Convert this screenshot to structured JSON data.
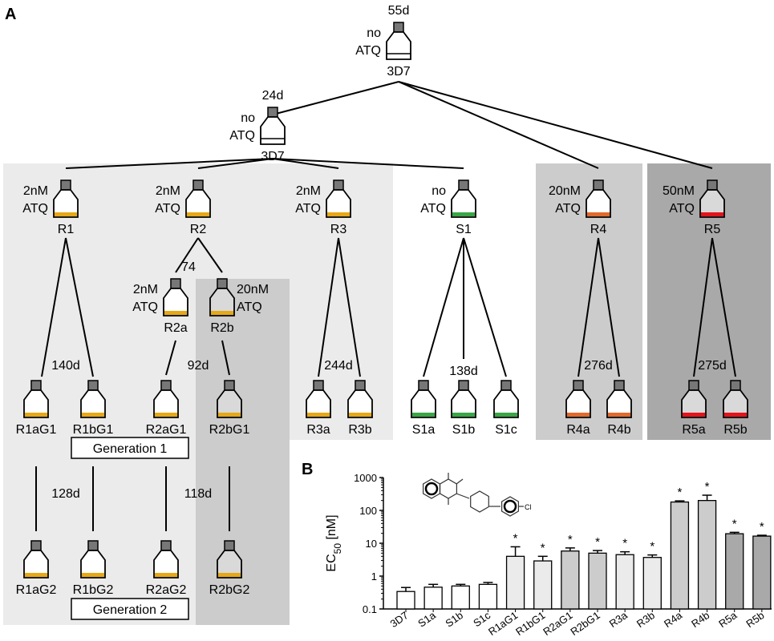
{
  "panel_labels": {
    "a": "A",
    "b": "B"
  },
  "colors": {
    "bg_light": "#ebebeb",
    "bg_mid": "#cccccc",
    "bg_dark": "#a9a9a9",
    "yellow": "#e6a817",
    "green": "#3aa646",
    "orange": "#e06a2c",
    "red": "#e3141b",
    "cap": "#777777"
  },
  "flasks": [
    {
      "id": "3d7-top",
      "drug": [
        "no",
        "ATQ"
      ],
      "label": "3D7",
      "fill": "none",
      "days": "55d"
    },
    {
      "id": "3d7-mid",
      "drug": [
        "no",
        "ATQ"
      ],
      "label": "3D7",
      "fill": "none",
      "days": "24d"
    },
    {
      "id": "r1",
      "drug": [
        "2nM",
        "ATQ"
      ],
      "label": "R1",
      "fill": "yellow"
    },
    {
      "id": "r2",
      "drug": [
        "2nM",
        "ATQ"
      ],
      "label": "R2",
      "fill": "yellow"
    },
    {
      "id": "r3",
      "drug": [
        "2nM",
        "ATQ"
      ],
      "label": "R3",
      "fill": "yellow"
    },
    {
      "id": "s1",
      "drug": [
        "no",
        "ATQ"
      ],
      "label": "S1",
      "fill": "green"
    },
    {
      "id": "r4",
      "drug": [
        "20nM",
        "ATQ"
      ],
      "label": "R4",
      "fill": "orange"
    },
    {
      "id": "r5",
      "drug": [
        "50nM",
        "ATQ"
      ],
      "label": "R5",
      "fill": "red"
    },
    {
      "id": "r2a",
      "drug": [
        "2nM",
        "ATQ"
      ],
      "label": "R2a",
      "fill": "yellow"
    },
    {
      "id": "r2b",
      "drug": [
        "20nM",
        "ATQ"
      ],
      "label": "R2b",
      "fill": "yellow"
    },
    {
      "id": "r1ag1",
      "label": "R1aG1",
      "fill": "yellow"
    },
    {
      "id": "r1bg1",
      "label": "R1bG1",
      "fill": "yellow"
    },
    {
      "id": "r2ag1",
      "label": "R2aG1",
      "fill": "yellow"
    },
    {
      "id": "r2bg1",
      "label": "R2bG1",
      "fill": "yellow"
    },
    {
      "id": "r3a",
      "label": "R3a",
      "fill": "yellow"
    },
    {
      "id": "r3b",
      "label": "R3b",
      "fill": "yellow"
    },
    {
      "id": "s1a",
      "label": "S1a",
      "fill": "green"
    },
    {
      "id": "s1b",
      "label": "S1b",
      "fill": "green"
    },
    {
      "id": "s1c",
      "label": "S1c",
      "fill": "green"
    },
    {
      "id": "r4a",
      "label": "R4a",
      "fill": "orange"
    },
    {
      "id": "r4b",
      "label": "R4b",
      "fill": "orange"
    },
    {
      "id": "r5a",
      "label": "R5a",
      "fill": "red"
    },
    {
      "id": "r5b",
      "label": "R5b",
      "fill": "red"
    },
    {
      "id": "r1ag2",
      "label": "R1aG2",
      "fill": "yellow"
    },
    {
      "id": "r1bg2",
      "label": "R1bG2",
      "fill": "yellow"
    },
    {
      "id": "r2ag2",
      "label": "R2aG2",
      "fill": "yellow"
    },
    {
      "id": "r2bg2",
      "label": "R2bG2",
      "fill": "yellow"
    }
  ],
  "durations": {
    "r2_split": "74",
    "r1_branch": "140d",
    "r2_branch": "92d",
    "r3_branch": "244d",
    "s1_branch": "138d",
    "r4_branch": "276d",
    "r5_branch": "275d",
    "gen2_r1": "128d",
    "gen2_r2": "118d"
  },
  "generation_labels": [
    "Generation 1",
    "Generation 2"
  ],
  "chart_data": {
    "type": "bar",
    "ylabel": "EC50 [nM]",
    "ylabel_main": "EC",
    "ylabel_sub": "50",
    "ylabel_unit": " [nM]",
    "y_scale": "log",
    "ylim": [
      0.1,
      1000
    ],
    "y_ticks": [
      "0.1",
      "1",
      "10",
      "100",
      "1000"
    ],
    "grid": false,
    "categories": [
      "3D7",
      "S1a",
      "S1b",
      "S1c",
      "R1aG1",
      "R1bG1",
      "R2aG1",
      "R2bG1",
      "R3a",
      "R3b",
      "R4a",
      "R4b",
      "R5a",
      "R5b"
    ],
    "values": [
      0.34,
      0.46,
      0.5,
      0.56,
      4.0,
      2.9,
      5.8,
      5.0,
      4.5,
      3.7,
      180,
      200,
      19.5,
      16.5
    ],
    "error_upper": [
      0.45,
      0.56,
      0.56,
      0.64,
      7.8,
      4.0,
      7.2,
      6.0,
      5.5,
      4.4,
      195,
      290,
      21.5,
      17.5
    ],
    "significant": [
      false,
      false,
      false,
      false,
      true,
      true,
      true,
      true,
      true,
      true,
      true,
      true,
      true,
      true
    ],
    "significance_marker": "*",
    "bar_fills": [
      "#ffffff",
      "#ffffff",
      "#ffffff",
      "#ffffff",
      "#ebebeb",
      "#ebebeb",
      "#cccccc",
      "#cccccc",
      "#ebebeb",
      "#ebebeb",
      "#cccccc",
      "#cccccc",
      "#a9a9a9",
      "#a9a9a9"
    ]
  },
  "inset_structure_label": "Cl"
}
